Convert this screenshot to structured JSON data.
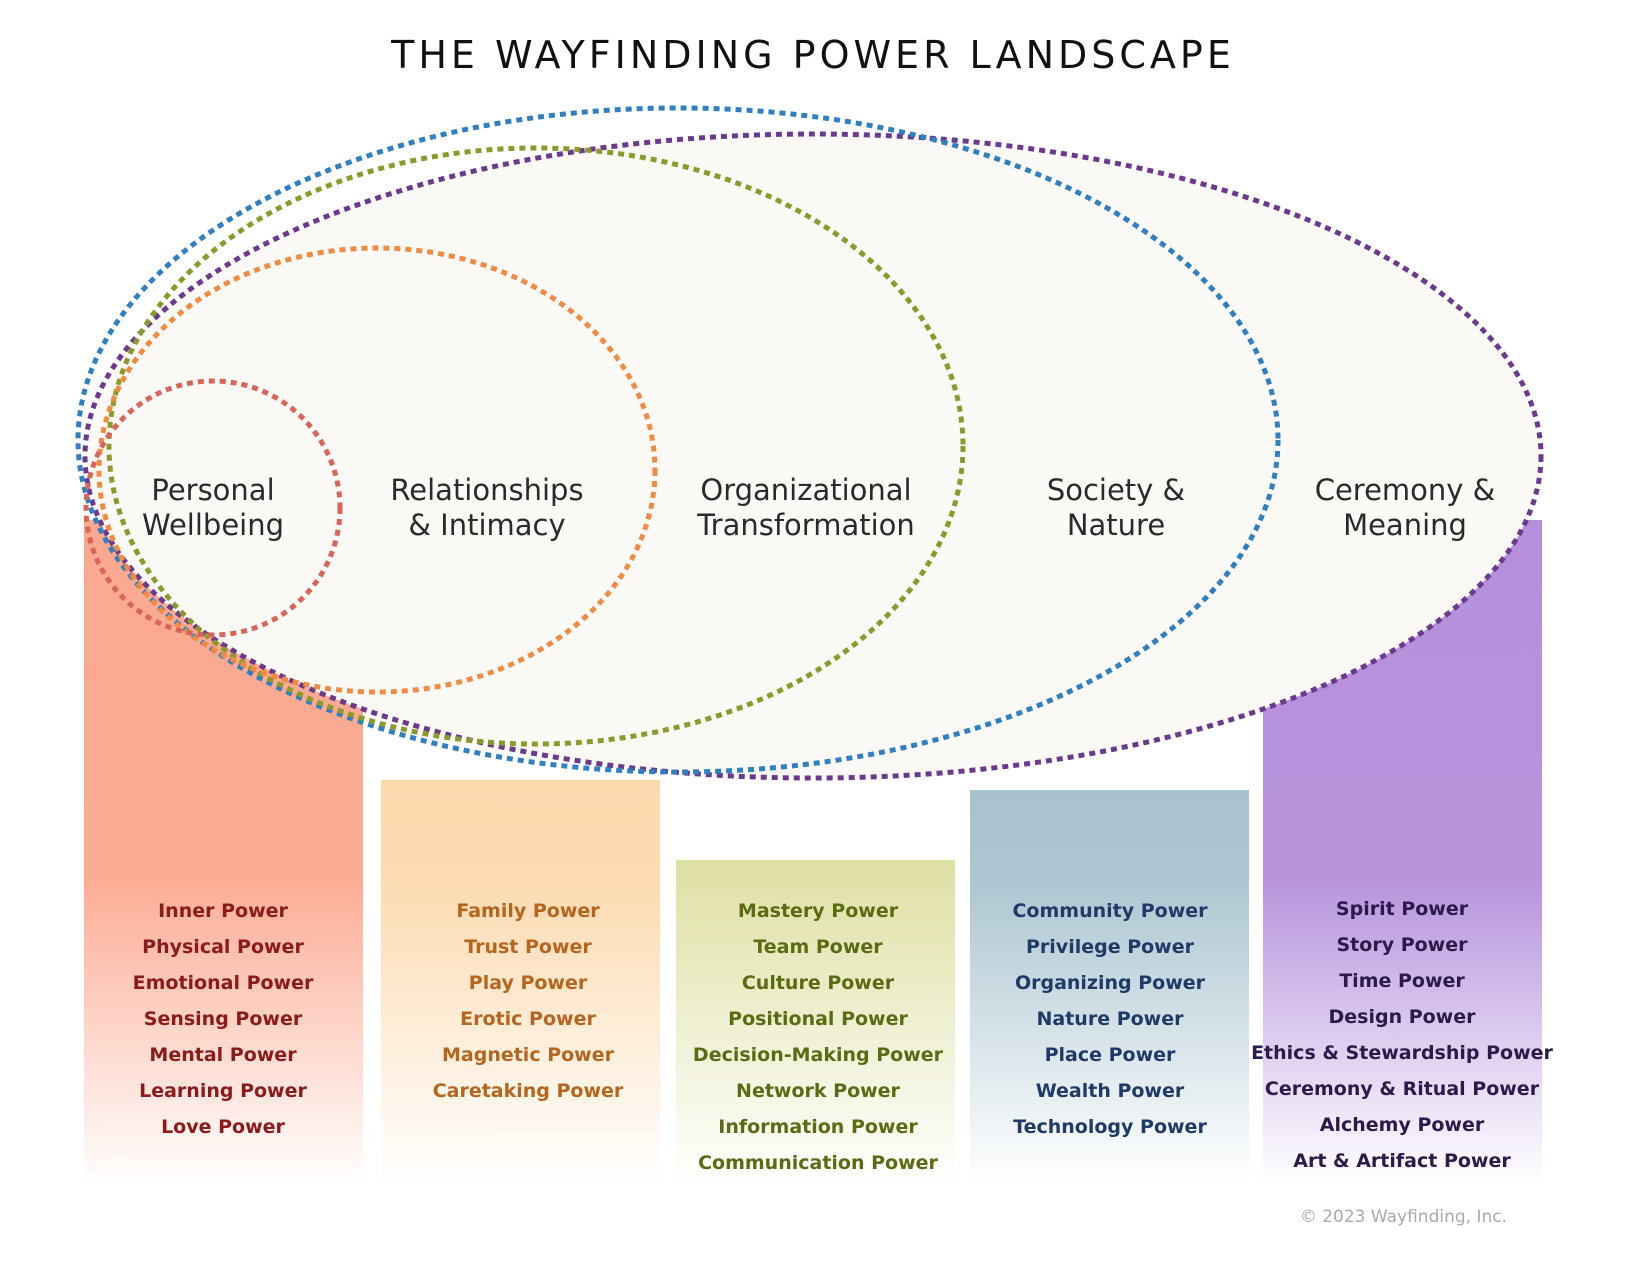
{
  "title": "THE WAYFINDING POWER LANDSCAPE",
  "domains": [
    {
      "id": "personal",
      "label_lines": [
        "Personal",
        "Wellbeing"
      ],
      "ring_color": "#d9655a",
      "band_color": "#fba88f",
      "text_color": "#8b1a1a",
      "powers": [
        "Inner Power",
        "Physical Power",
        "Emotional Power",
        "Sensing Power",
        "Mental Power",
        "Learning Power",
        "Love Power"
      ]
    },
    {
      "id": "relationships",
      "label_lines": [
        "Relationships",
        "& Intimacy"
      ],
      "ring_color": "#f28b42",
      "band_color": "#fcd9ad",
      "text_color": "#b5651d",
      "powers": [
        "Family Power",
        "Trust Power",
        "Play Power",
        "Erotic Power",
        "Magnetic Power",
        "Caretaking Power"
      ]
    },
    {
      "id": "organizational",
      "label_lines": [
        "Organizational",
        "Transformation"
      ],
      "ring_color": "#8b9a2a",
      "band_color": "#dfe0a4",
      "text_color": "#5c6a12",
      "powers": [
        "Mastery Power",
        "Team Power",
        "Culture Power",
        "Positional Power",
        "Decision-Making Power",
        "Network Power",
        "Information Power",
        "Communication Power"
      ]
    },
    {
      "id": "society",
      "label_lines": [
        "Society &",
        "Nature"
      ],
      "ring_color": "#2f7fc1",
      "band_color": "#a8c3cf",
      "text_color": "#1f3a66",
      "powers": [
        "Community Power",
        "Privilege Power",
        "Organizing Power",
        "Nature Power",
        "Place Power",
        "Wealth Power",
        "Technology Power"
      ]
    },
    {
      "id": "ceremony",
      "label_lines": [
        "Ceremony &",
        "Meaning"
      ],
      "ring_color": "#6b3a8c",
      "band_color": "#b48fdb",
      "text_color": "#2b1a4a",
      "powers": [
        "Spirit Power",
        "Story Power",
        "Time Power",
        "Design Power",
        "Ethics & Stewardship Power",
        "Ceremony & Ritual Power",
        "Alchemy Power",
        "Art & Artifact Power"
      ]
    }
  ],
  "ellipse_fill": "#fbfaf6",
  "copyright": "© 2023 Wayfinding, Inc."
}
